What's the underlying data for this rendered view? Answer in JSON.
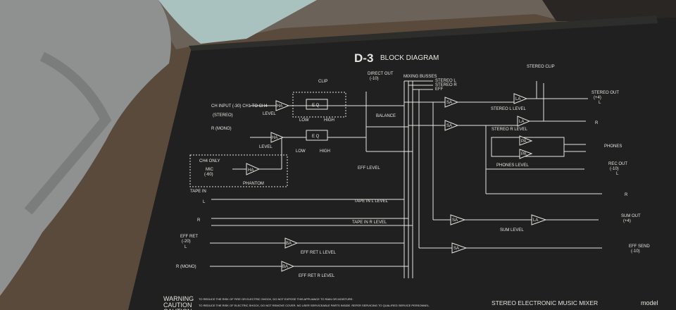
{
  "panel": {
    "model": "D-3",
    "heading": "BLOCK DIAGRAM",
    "product_name": "STEREO ELECTRONIC MUSIC MIXER",
    "model_prefix": "model",
    "warning_label": "WARNING",
    "warning_text": "TO REDUCE THE RISK OF FIRE OR ELECTRIC SHOCK, DO NOT EXPOSE THIS APPLIANCE TO RAIN OR MOISTURE.",
    "caution_label": "CAUTION",
    "caution_text": "TO REDUCE THE RISK OF ELECTRIC SHOCK, DO NOT REMOVE COVER. NO USER SERVICEABLE PARTS INSIDE. REFER SERVICING TO QUALIFIED SERVICE PERSONNEL."
  },
  "diagram": {
    "clip": "CLIP",
    "direct_out": "DIRECT OUT",
    "direct_out_level": "(-10)",
    "mixing_busses": "MIXING BUSSES",
    "stereo_l": "STEREO L",
    "stereo_r": "STEREO R",
    "eff": "EFF",
    "ch_input": "CH INPUT (-30) CH1 TO CH4",
    "stereo_in": "(STEREO)",
    "r_mono": "R (MONO)",
    "level": "LEVEL",
    "eq": "E Q",
    "low": "LOW",
    "high": "HIGH",
    "balance": "BALANCE",
    "eff_level": "EFF LEVEL",
    "ch4_only": "CH4 ONLY",
    "mic": "MIC",
    "mic_level": "(-60)",
    "phantom": "PHANTOM",
    "tape_in": "TAPE IN",
    "tape_in_l_level": "TAPE IN L LEVEL",
    "tape_in_r_level": "TAPE IN R LEVEL",
    "eff_ret": "EFF RET",
    "eff_ret_in_level": "(-20)",
    "eff_ret_l_level": "EFF RET L LEVEL",
    "eff_ret_r_level": "EFF RET R LEVEL",
    "l": "L",
    "r": "R",
    "stereo_clip": "STEREO CLIP",
    "stereo_out": "STEREO OUT",
    "stereo_out_level": "(+4)",
    "stereo_l_level": "STEREO L LEVEL",
    "stereo_r_level": "STEREO R LEVEL",
    "phones": "PHONES",
    "phones_level": "PHONES LEVEL",
    "rec_out": "REC OUT",
    "rec_out_level": "(-10)",
    "sum_out": "SUM OUT",
    "sum_out_level": "(+4)",
    "sum_level": "SUM LEVEL",
    "eff_send": "EFF SEND",
    "eff_send_level": "(-10)",
    "ha": "HA",
    "ba": "BA",
    "sa": "SA",
    "la": "LA",
    "pa": "PA"
  },
  "colors": {
    "panel": "#1f201f",
    "print": "#e6e6e0",
    "carpet": "#5a4a3c",
    "blanket": "#8f9090",
    "cloth": "#a9c2bf"
  }
}
